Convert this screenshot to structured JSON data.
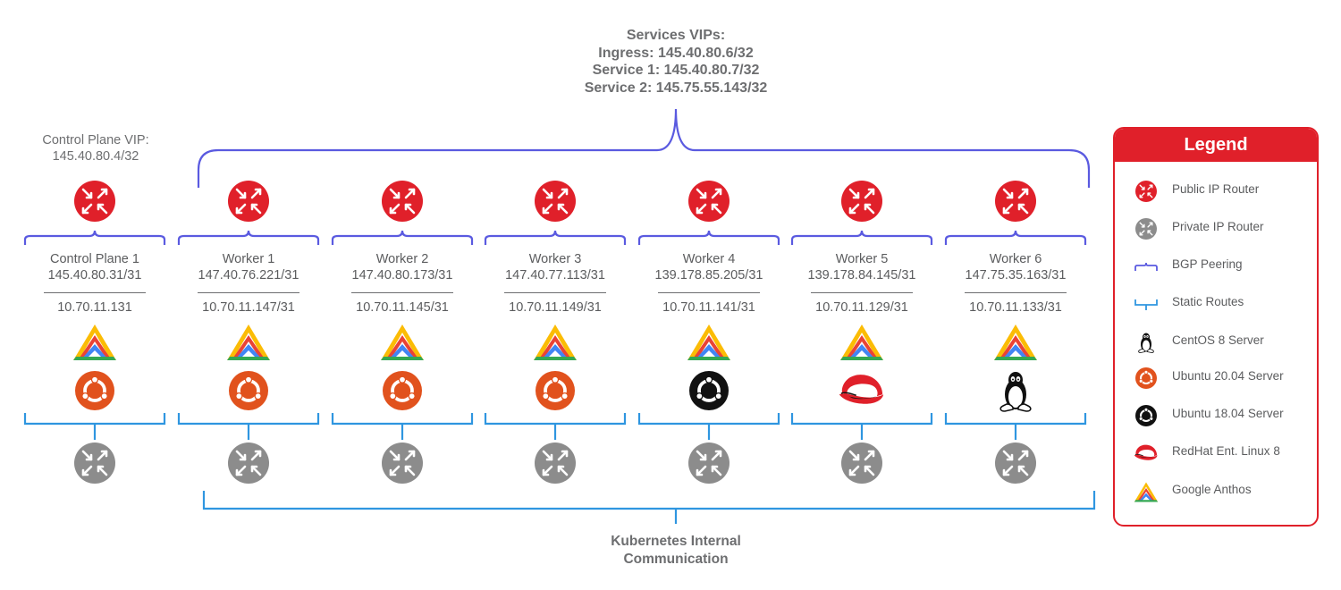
{
  "title": {
    "lines": [
      "Services VIPs:",
      "Ingress: 145.40.80.6/32",
      "Service 1: 145.40.80.7/32",
      "Service 2: 145.75.55.143/32"
    ]
  },
  "control_plane_vip": {
    "lines": [
      "Control Plane VIP:",
      "145.40.80.4/32"
    ]
  },
  "internal": {
    "lines": [
      "Kubernetes Internal",
      "Communication"
    ]
  },
  "nodes": [
    {
      "name": "Control Plane 1",
      "public_ip": "145.40.80.31/31",
      "private_ip": "10.70.11.131",
      "os": "ubuntu-20"
    },
    {
      "name": "Worker 1",
      "public_ip": "147.40.76.221/31",
      "private_ip": "10.70.11.147/31",
      "os": "ubuntu-20"
    },
    {
      "name": "Worker 2",
      "public_ip": "147.40.80.173/31",
      "private_ip": "10.70.11.145/31",
      "os": "ubuntu-20"
    },
    {
      "name": "Worker 3",
      "public_ip": "147.40.77.113/31",
      "private_ip": "10.70.11.149/31",
      "os": "ubuntu-20"
    },
    {
      "name": "Worker 4",
      "public_ip": "139.178.85.205/31",
      "private_ip": "10.70.11.141/31",
      "os": "ubuntu-18"
    },
    {
      "name": "Worker 5",
      "public_ip": "139.178.84.145/31",
      "private_ip": "10.70.11.129/31",
      "os": "redhat"
    },
    {
      "name": "Worker 6",
      "public_ip": "147.75.35.163/31",
      "private_ip": "10.70.11.133/31",
      "os": "centos"
    }
  ],
  "legend": {
    "title": "Legend",
    "items": [
      {
        "label": "Public IP Router",
        "icon": "public-router-icon"
      },
      {
        "label": "Private IP Router",
        "icon": "private-router-icon"
      },
      {
        "label": "BGP Peering",
        "icon": "bgp-bracket-icon"
      },
      {
        "label": "Static Routes",
        "icon": "static-route-icon"
      },
      {
        "label": "CentOS 8 Server",
        "icon": "tux-icon"
      },
      {
        "label": "Ubuntu 20.04 Server",
        "icon": "ubuntu-20-icon"
      },
      {
        "label": "Ubuntu 18.04 Server",
        "icon": "ubuntu-18-icon"
      },
      {
        "label": "RedHat Ent. Linux 8",
        "icon": "redhat-icon"
      },
      {
        "label": "Google Anthos",
        "icon": "anthos-icon"
      }
    ]
  },
  "colors": {
    "public_router": "#e0202a",
    "private_router": "#8c8c8c",
    "bgp": "#5a5ae0",
    "static": "#2f96e0",
    "ubuntu20": "#e1521d",
    "ubuntu18": "#111111"
  }
}
